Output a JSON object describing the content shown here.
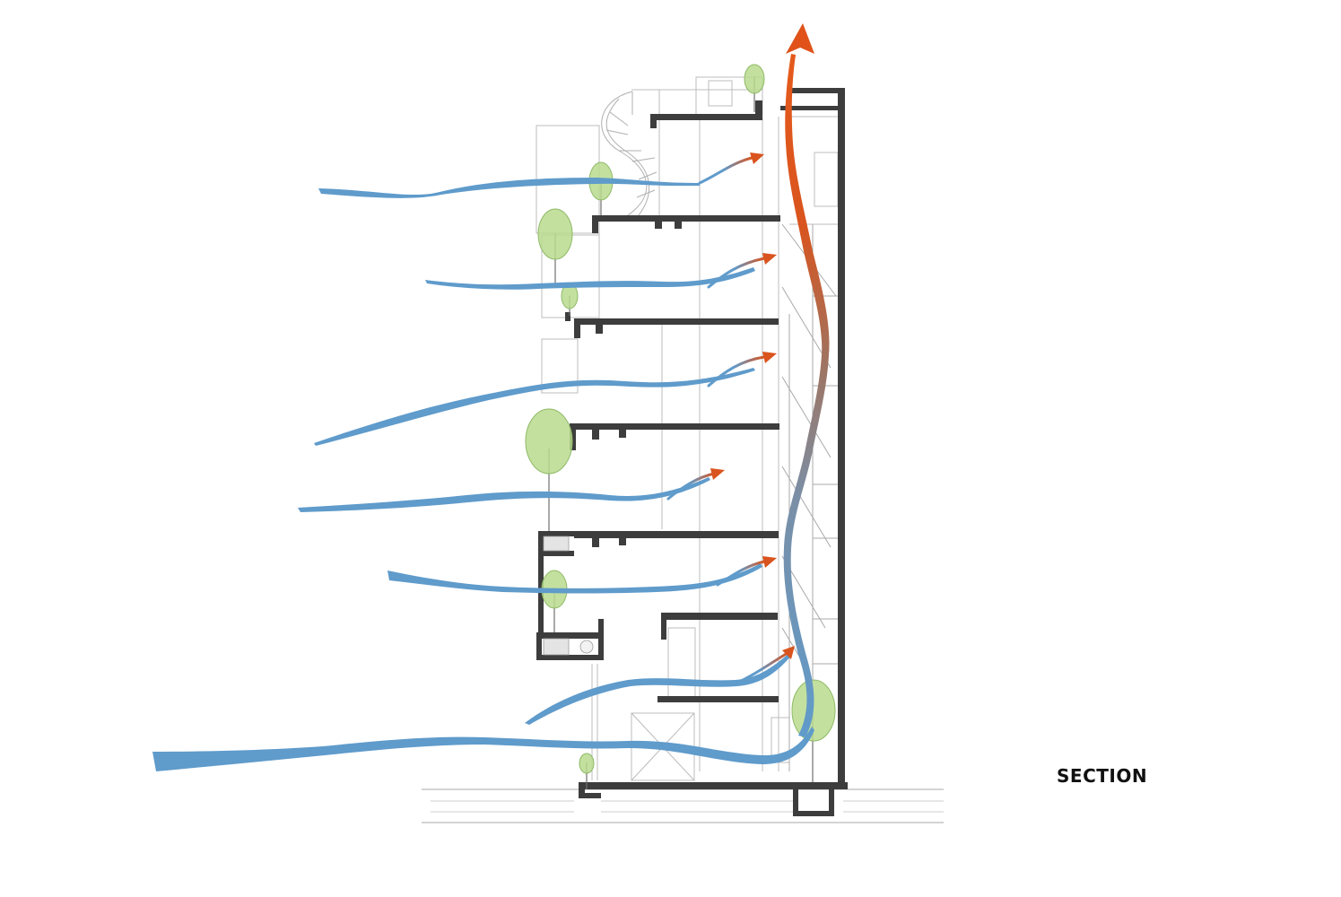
{
  "diagram": {
    "label": "SECTION",
    "colors": {
      "structure": "#3d3d3d",
      "thin_line": "#b5b5b5",
      "wind": "#5f9bcb",
      "hot_air": "#d9541e",
      "foliage": "#b9da8e",
      "foliage_stroke": "#8fba66",
      "ground": "#9a9a9a"
    },
    "elements": [
      "building-section",
      "floor-slabs",
      "stair-core",
      "spiral-stair",
      "planters-trees",
      "ground-line",
      "wind-flows",
      "stack-ventilation-arrow"
    ]
  }
}
